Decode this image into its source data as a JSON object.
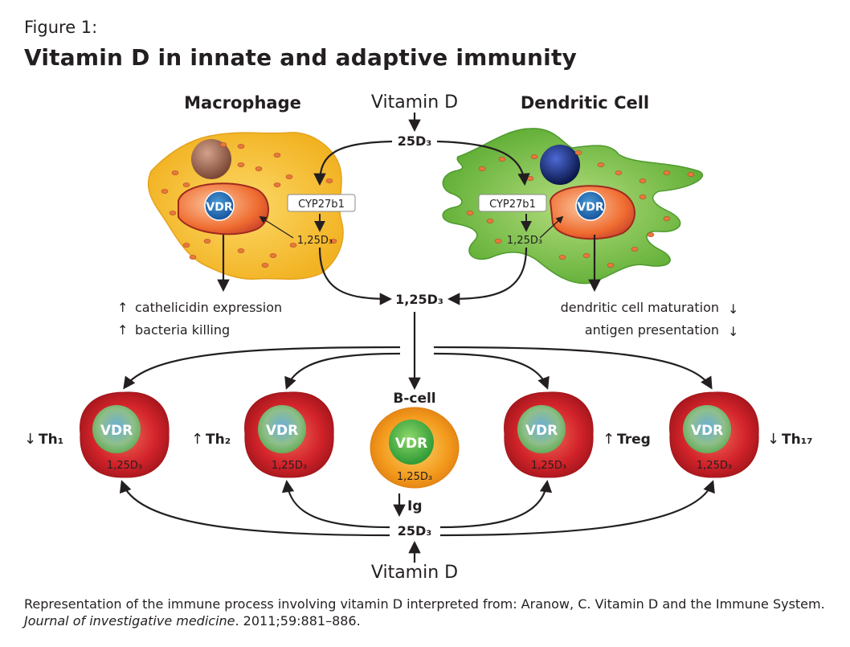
{
  "figure": {
    "label": "Figure 1:",
    "title": "Vitamin D in innate and adaptive immunity"
  },
  "cells": {
    "macrophage": "Macrophage",
    "dendritic": "Dendritic Cell",
    "bcell": "B-cell"
  },
  "molecules": {
    "vitamin_d": "Vitamin D",
    "d25": "25D₃",
    "d125": "1,25D₃",
    "enzyme": "CYP27b1",
    "vdr": "VDR"
  },
  "effects": {
    "macrophage": [
      "cathelicidin expression",
      "bacteria killing"
    ],
    "dendritic": [
      "dendritic cell maturation",
      "antigen presentation"
    ],
    "ig": "Ig"
  },
  "t_cells": [
    {
      "label": "Th₁",
      "direction": "down"
    },
    {
      "label": "Th₂",
      "direction": "up"
    },
    {
      "label": "Treg",
      "direction": "up"
    },
    {
      "label": "Th₁₇",
      "direction": "down"
    }
  ],
  "arrows": {
    "up": "↑",
    "down": "↓"
  },
  "caption": {
    "pre": "Representation of the immune process involving vitamin D interpreted from: Aranow, C. Vitamin D and the Immune System. ",
    "journal": "Journal of investigative medicine",
    "post": ". 2011;59:881–886."
  },
  "colors": {
    "macrophage": "#f5c233",
    "dendritic": "#7dc142",
    "tcell": "#d2232a",
    "bcell": "#f39a1d",
    "vdr_blue": "#1d6eb5",
    "organelle": "#ef6c30"
  }
}
